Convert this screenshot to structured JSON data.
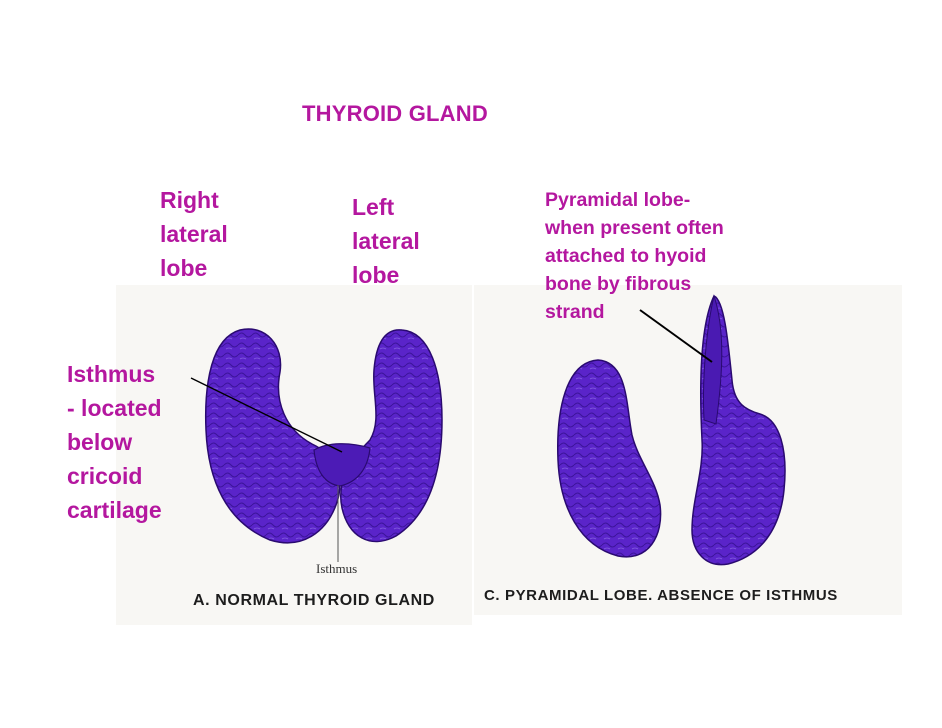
{
  "title": "THYROID GLAND",
  "labels": {
    "right_lateral_lobe": [
      "Right",
      "lateral",
      "lobe"
    ],
    "left_lateral_lobe": [
      "Left",
      "lateral",
      "lobe"
    ],
    "pyramidal_lobe": [
      "Pyramidal lobe-",
      "when present often",
      "attached to hyoid",
      "bone by fibrous",
      "strand"
    ],
    "isthmus": [
      "Isthmus",
      "- located",
      "below",
      "cricoid",
      "cartilage"
    ]
  },
  "figure": {
    "isthmus_label": "Isthmus",
    "caption_a": "A. NORMAL THYROID GLAND",
    "caption_c": "C. PYRAMIDAL LOBE. ABSENCE OF ISTHMUS"
  },
  "colors": {
    "label": "#b4179f",
    "gland": "#5a24c9",
    "gland_dark": "#2f0d86",
    "caption": "#1d1d1d"
  }
}
